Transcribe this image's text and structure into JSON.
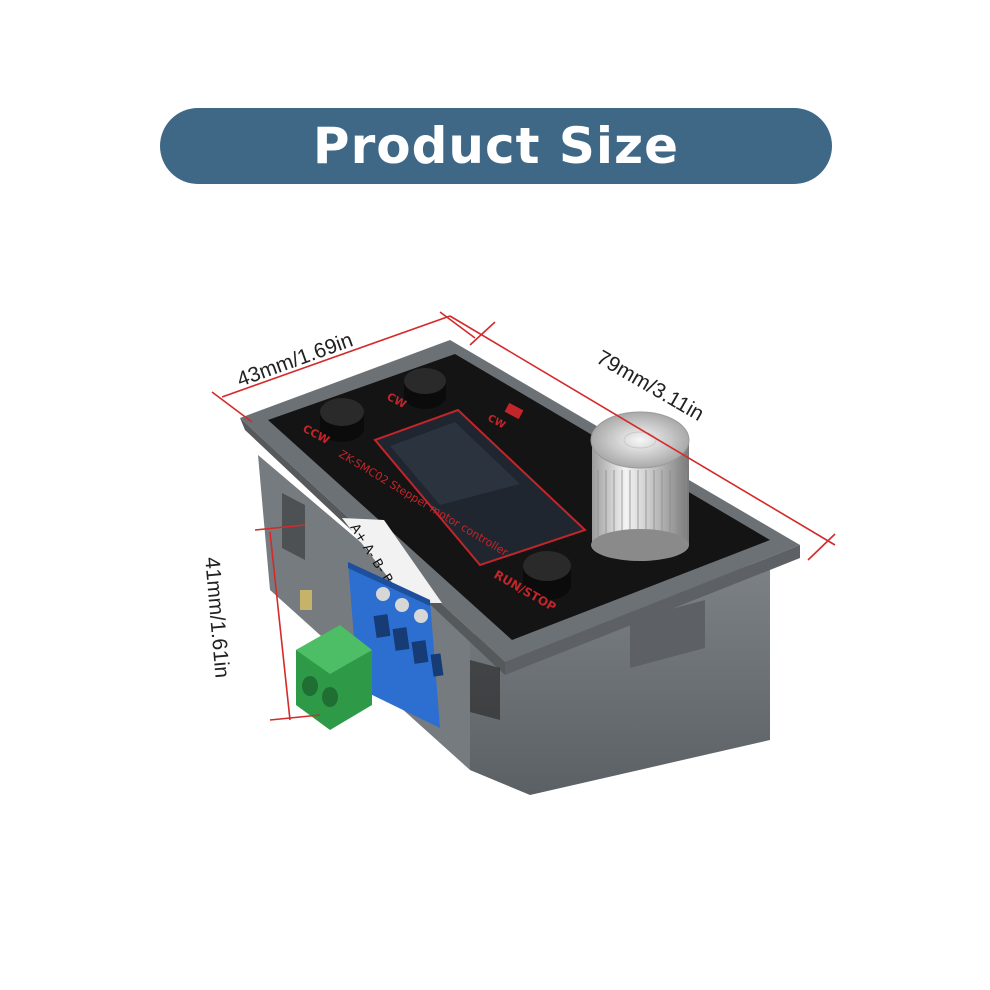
{
  "banner": {
    "title": "Product Size"
  },
  "dimensions": {
    "width_label": "43mm/1.69in",
    "length_label": "79mm/3.11in",
    "height_label": "41mm/1.61in"
  },
  "device": {
    "model_text": "ZK-SMC02 Stepper motor controller",
    "button_ccw": "CCW",
    "button_cw": "CW",
    "button_run_stop": "RUN/STOP",
    "screen_mark": "CW",
    "terminal_label": "A+ A- B- B+"
  },
  "colors": {
    "banner": "#3f6887",
    "dimension_line": "#d42a2a",
    "housing": "#6f7478",
    "terminal_blue": "#2c6fd0",
    "terminal_green": "#2e9a48"
  }
}
